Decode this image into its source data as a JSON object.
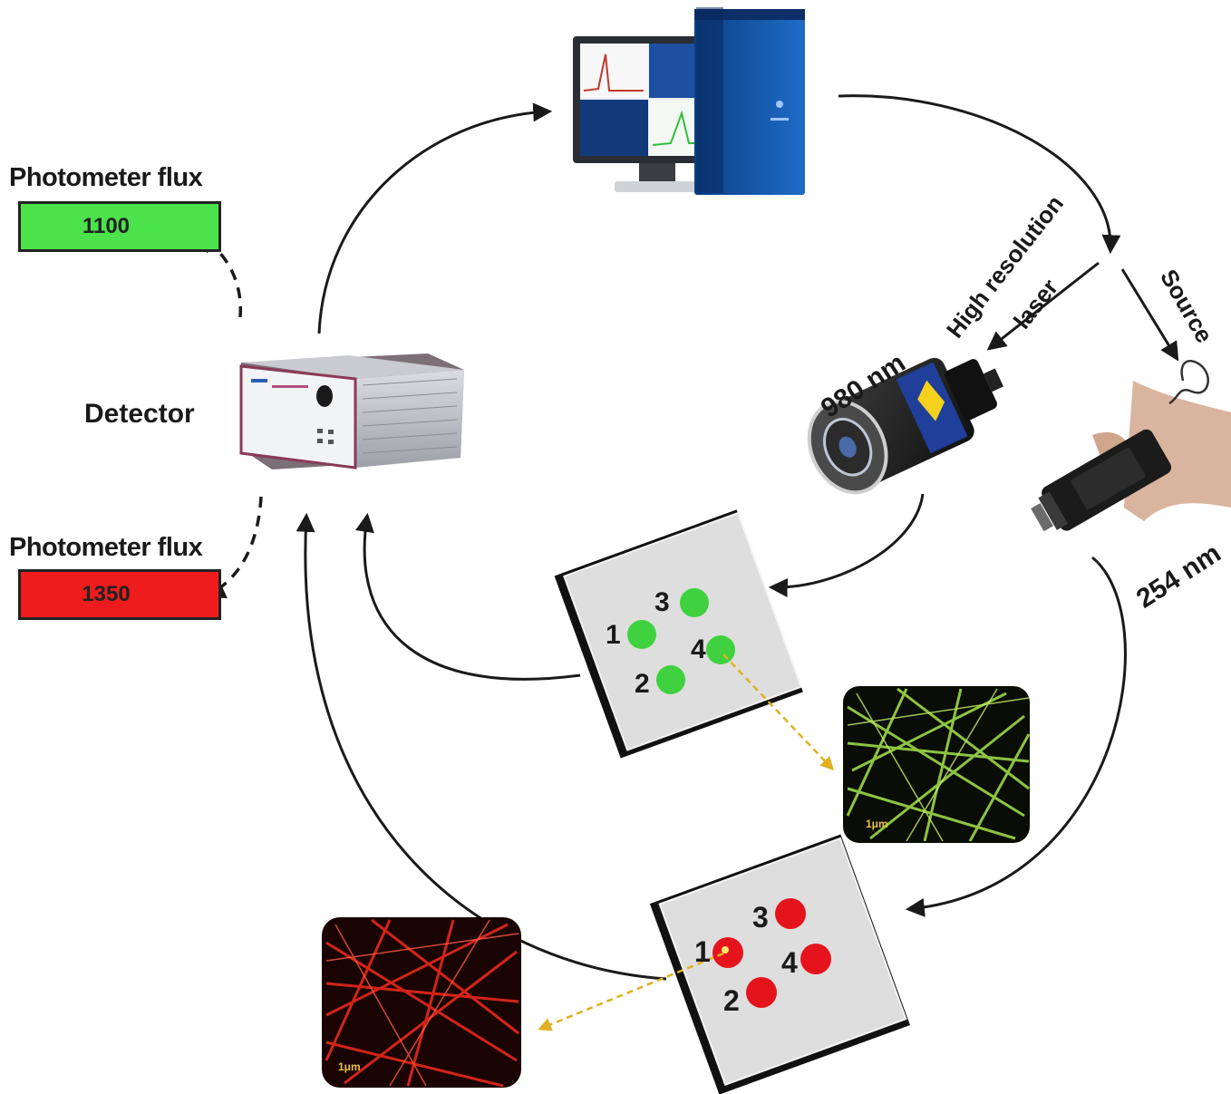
{
  "labels": {
    "photometer_top": "Photometer flux",
    "photometer_bottom": "Photometer flux",
    "detector": "Detector",
    "high_resolution_laser_line1": "High resolution",
    "high_resolution_laser_line2": "laser",
    "source": "Source",
    "wavelength_980": "980 nm",
    "wavelength_254": "254 nm",
    "scale_bar_green": "1μm",
    "scale_bar_red": "1μm"
  },
  "flux_values": {
    "green": "1100",
    "red": "1350"
  },
  "sample_spots": {
    "green": [
      "1",
      "2",
      "3",
      "4"
    ],
    "red": [
      "1",
      "2",
      "3",
      "4"
    ]
  },
  "colors": {
    "green_box": "#4be24b",
    "red_box": "#ee1c1c",
    "green_spot": "#3fd13f",
    "red_spot": "#e5141c",
    "arrow": "#1a1a1a",
    "dashed_probe": "#e0b020"
  },
  "icons": {
    "computer": "desktop-computer-icon",
    "detector": "spectrometer-box-icon",
    "laser": "laser-module-icon",
    "uv_source": "uv-lamp-icon"
  }
}
